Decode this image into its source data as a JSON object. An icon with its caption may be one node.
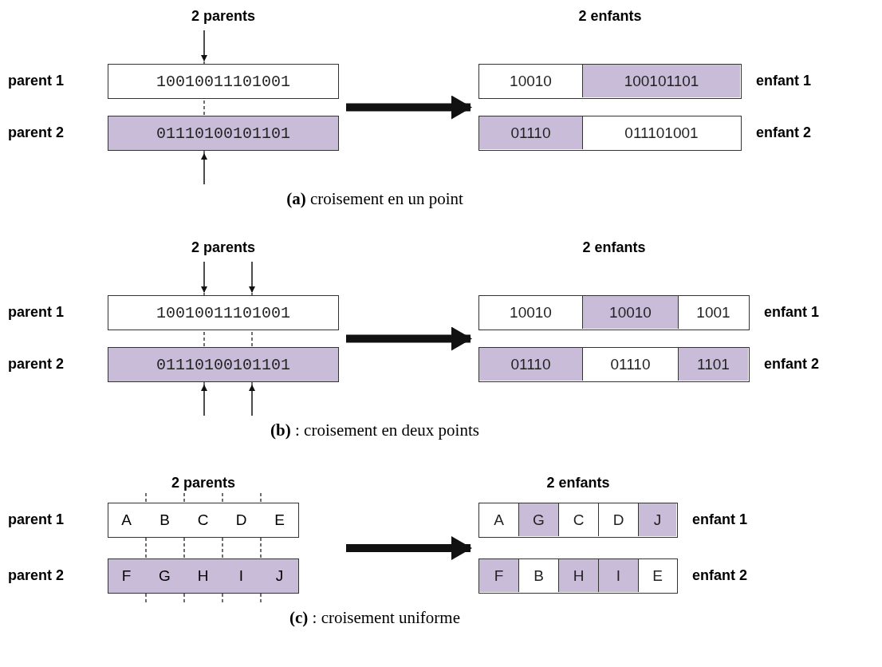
{
  "diagram": {
    "nodes": [
      {
        "text": [
          "2 parents"
        ]
      },
      {
        "text": [
          "10010011101001"
        ],
        "beside": [
          "parent 1"
        ],
        "in": 0
      },
      {
        "text": [
          "01110100101101"
        ],
        "beside": [
          "parent 2"
        ],
        "in": 0
      },
      {
        "text": [
          "2 enfants"
        ]
      },
      {
        "text": [],
        "shape": "bar",
        "beside": [
          "enfant 1"
        ],
        "in": 3
      },
      {
        "text": [
          "10010"
        ],
        "in": 4
      },
      {
        "text": [
          "100101101"
        ],
        "in": 4
      },
      {
        "text": [],
        "shape": "bar",
        "beside": [
          "enfant 2"
        ],
        "in": 3
      },
      {
        "text": [
          "01110"
        ],
        "in": 7
      },
      {
        "text": [
          "011101001"
        ],
        "in": 7
      },
      {
        "text": [
          "2 parents"
        ]
      },
      {
        "text": [
          "10010011101001"
        ],
        "beside": [
          "parent 1"
        ],
        "in": 10
      },
      {
        "text": [
          "01110100101101"
        ],
        "beside": [
          "parent 2"
        ],
        "in": 10
      },
      {
        "text": [
          "2 enfants"
        ]
      },
      {
        "text": [],
        "shape": "bar",
        "beside": [
          "enfant 1"
        ],
        "in": 13
      },
      {
        "text": [
          "10010"
        ],
        "in": 14
      },
      {
        "text": [
          "10010"
        ],
        "in": 14
      },
      {
        "text": [
          "1001"
        ],
        "in": 14
      },
      {
        "text": [],
        "shape": "bar",
        "beside": [
          "enfant 2"
        ],
        "in": 13
      },
      {
        "text": [
          "01110"
        ],
        "in": 18
      },
      {
        "text": [
          "01110"
        ],
        "in": 18
      },
      {
        "text": [
          "1101"
        ],
        "in": 18
      },
      {
        "text": [
          "2 parents"
        ]
      },
      {
        "text": [
          "A",
          "B",
          "C",
          "D",
          "E"
        ],
        "beside": [
          "parent 1"
        ],
        "in": 22
      },
      {
        "text": [
          "F",
          "G",
          "H",
          "I",
          "J"
        ],
        "beside": [
          "parent 2"
        ],
        "in": 22
      },
      {
        "text": [
          "2 enfants"
        ]
      },
      {
        "text": [],
        "shape": "bar",
        "beside": [
          "enfant 1"
        ],
        "in": 25
      },
      {
        "text": [
          "A"
        ],
        "in": 26
      },
      {
        "text": [
          "G"
        ],
        "in": 26
      },
      {
        "text": [
          "C"
        ],
        "in": 26
      },
      {
        "text": [
          "D"
        ],
        "in": 26
      },
      {
        "text": [
          "J"
        ],
        "in": 26
      },
      {
        "text": [],
        "shape": "bar",
        "beside": [
          "enfant 2"
        ],
        "in": 25
      },
      {
        "text": [
          "F"
        ],
        "in": 32
      },
      {
        "text": [
          "B"
        ],
        "in": 32
      },
      {
        "text": [
          "H"
        ],
        "in": 32
      },
      {
        "text": [
          "I"
        ],
        "in": 32
      },
      {
        "text": [
          "E"
        ],
        "in": 32
      }
    ],
    "edges": [
      {
        "from": 0,
        "to": 3,
        "arrow": "to"
      },
      {
        "from": 10,
        "to": 13,
        "arrow": "to"
      },
      {
        "from": 22,
        "to": 25,
        "arrow": "to"
      }
    ],
    "labels": [
      "**(a)**  croisement en un point",
      "**(b)** : croisement en deux points",
      "**(c)** : croisement uniforme"
    ]
  }
}
